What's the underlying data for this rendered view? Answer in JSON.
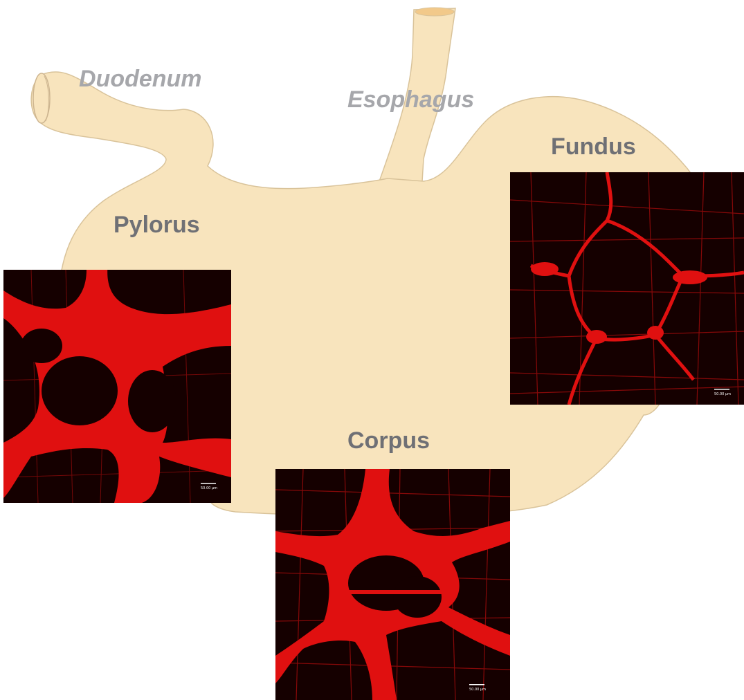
{
  "labels": {
    "duodenum": "Duodenum",
    "esophagus": "Esophagus",
    "fundus": "Fundus",
    "pylorus": "Pylorus",
    "corpus": "Corpus"
  },
  "colors": {
    "stomach_fill": "#f8e4bd",
    "stomach_outline": "#d9c39a",
    "network_red": "#e01010",
    "background_dark": "#150000"
  },
  "images": {
    "pylorus": {
      "scale_text": "50.00 µm"
    },
    "fundus": {
      "scale_text": "50.00 µm"
    },
    "corpus": {
      "scale_text": "50.00 µm"
    }
  }
}
